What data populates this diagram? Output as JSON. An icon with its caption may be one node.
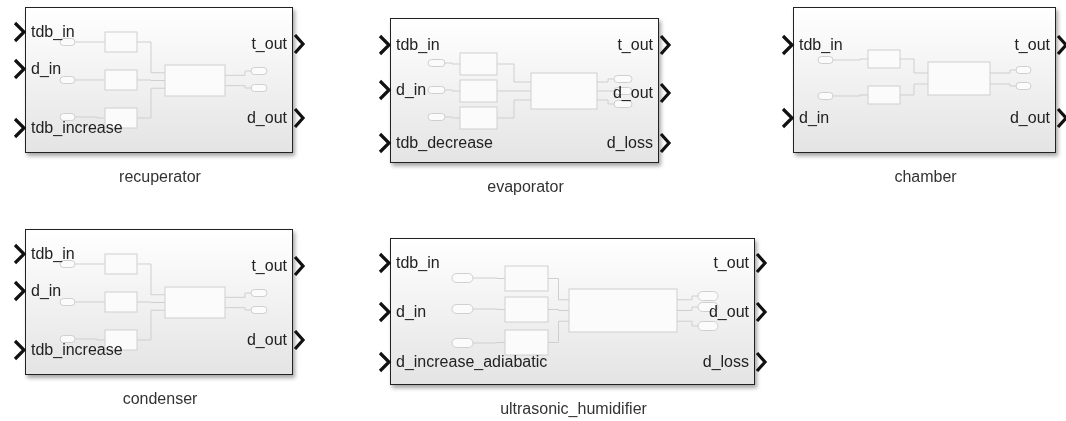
{
  "diagram": {
    "nodes": [
      {
        "text": [
          "tdb_in",
          "d_in",
          "tdb_increase",
          "t_out",
          "d_out"
        ],
        "beside": [
          "recuperator"
        ]
      },
      {
        "text": [
          "tdb_in",
          "d_in",
          "tdb_decrease",
          "t_out",
          "d_out",
          "d_loss"
        ],
        "beside": [
          "evaporator"
        ]
      },
      {
        "text": [
          "tdb_in",
          "d_in",
          "t_out",
          "d_out"
        ],
        "beside": [
          "chamber"
        ]
      },
      {
        "text": [
          "tdb_in",
          "d_in",
          "tdb_increase",
          "t_out",
          "d_out"
        ],
        "beside": [
          "condenser"
        ]
      },
      {
        "text": [
          "tdb_in",
          "d_in",
          "d_increase_adiabatic",
          "t_out",
          "d_out",
          "d_loss"
        ],
        "beside": [
          "ultrasonic_humidifier"
        ]
      }
    ]
  }
}
